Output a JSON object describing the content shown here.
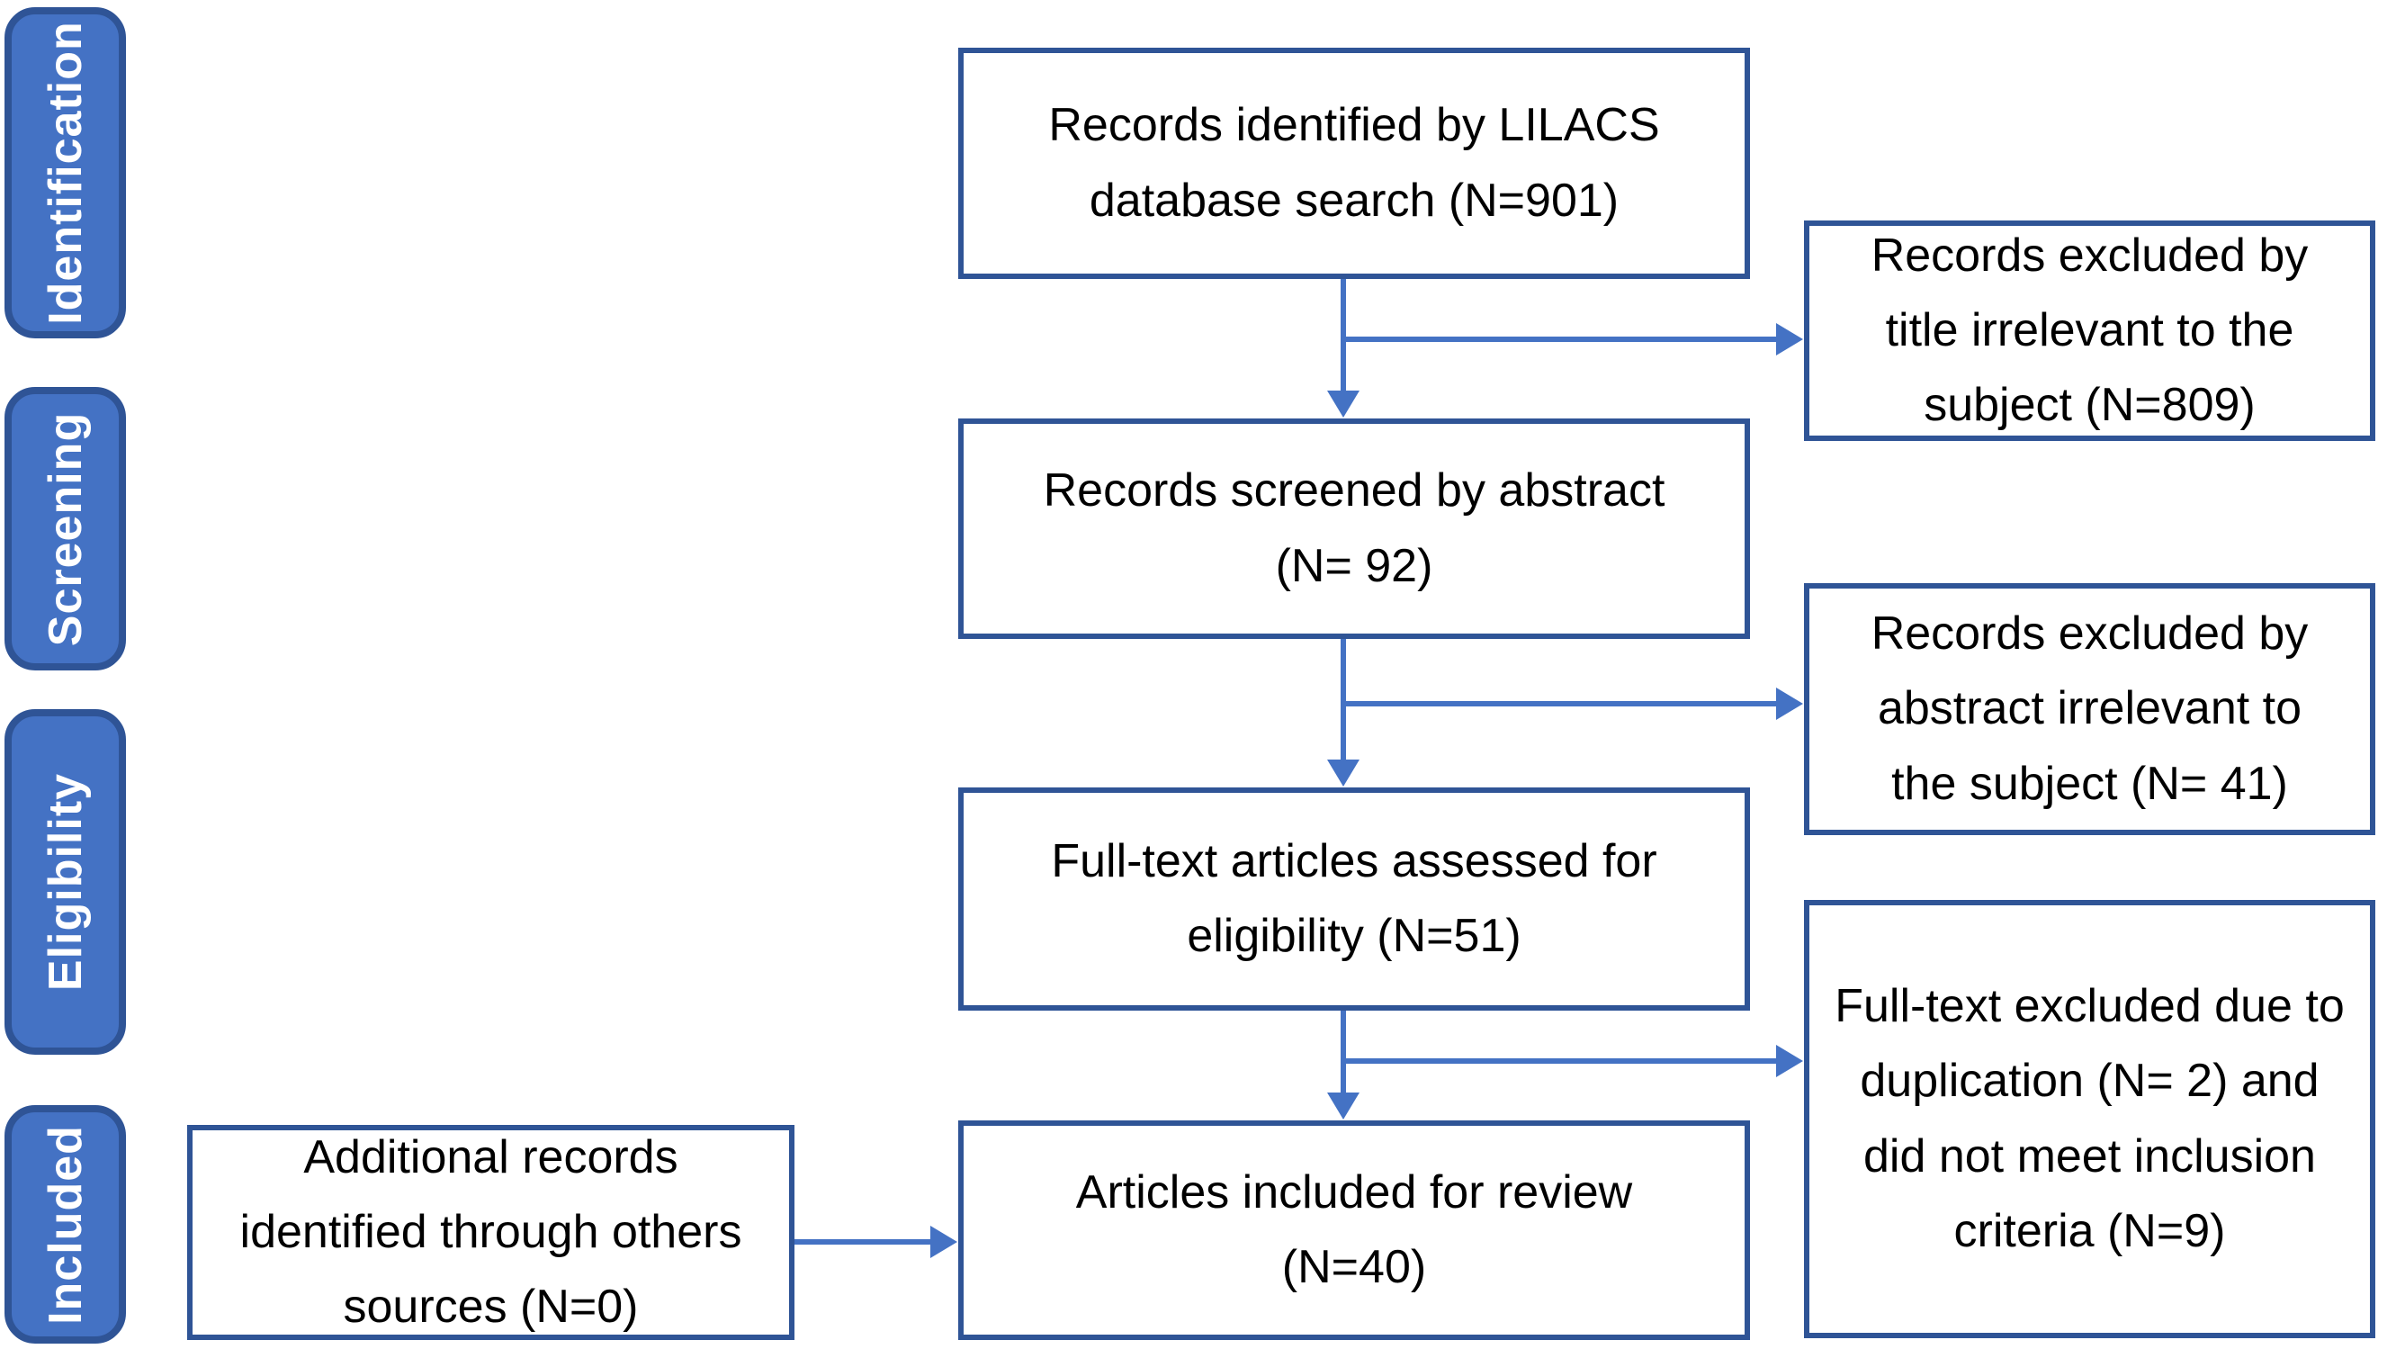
{
  "figure": {
    "type": "PRISMA flow diagram",
    "background": "#FFFFFF"
  },
  "colors": {
    "stage_fill": "#4472C4",
    "stage_border": "#2F5496",
    "stage_text": "#FFFFFF",
    "box_fill": "#FFFFFF",
    "box_border": "#2F5496",
    "box_text": "#000000",
    "arrow": "#4472C4"
  },
  "stages": [
    {
      "label": "Identification"
    },
    {
      "label": "Screening"
    },
    {
      "label": "Eligibility"
    },
    {
      "label": "Included"
    }
  ],
  "main_flow": [
    {
      "lines": [
        "Records identified by LILACS",
        "database search (N=901)"
      ],
      "n": 901
    },
    {
      "lines": [
        "Records screened by abstract",
        "(N= 92)"
      ],
      "n": 92
    },
    {
      "lines": [
        "Full-text articles assessed for",
        "eligibility (N=51)"
      ],
      "n": 51
    },
    {
      "lines": [
        "Articles included for review",
        "(N=40)"
      ],
      "n": 40
    }
  ],
  "exclusions": [
    {
      "lines": [
        "Records excluded by",
        "title irrelevant to the",
        "subject (N=809)"
      ],
      "n": 809
    },
    {
      "lines": [
        "Records excluded by",
        "abstract irrelevant to",
        "the subject (N= 41)"
      ],
      "n": 41
    },
    {
      "lines": [
        "Full-text excluded due to",
        "duplication (N= 2) and",
        "did not meet inclusion",
        "criteria (N=9)"
      ],
      "n_duplication": 2,
      "n_inclusion_criteria": 9
    }
  ],
  "additional_source": {
    "lines": [
      "Additional records",
      "identified through others",
      "sources (N=0)"
    ],
    "n": 0
  }
}
